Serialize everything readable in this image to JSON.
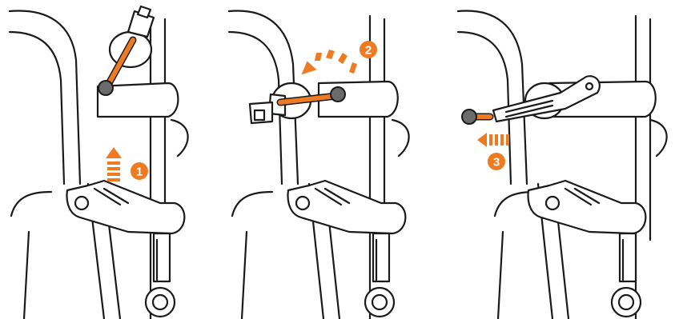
{
  "colors": {
    "accent": "#ee7b22",
    "line": "#1a1a1a",
    "knob": "#6b6b6b",
    "background": "#ffffff"
  },
  "panels": [
    {
      "step": "1",
      "arrow": "up-arrow-icon",
      "lever": "vertical-lever"
    },
    {
      "step": "2",
      "arrow": "curved-arrow-icon",
      "lever": "horizontal-lever"
    },
    {
      "step": "3",
      "arrow": "left-arrow-icon",
      "lever": "release-lever"
    }
  ]
}
